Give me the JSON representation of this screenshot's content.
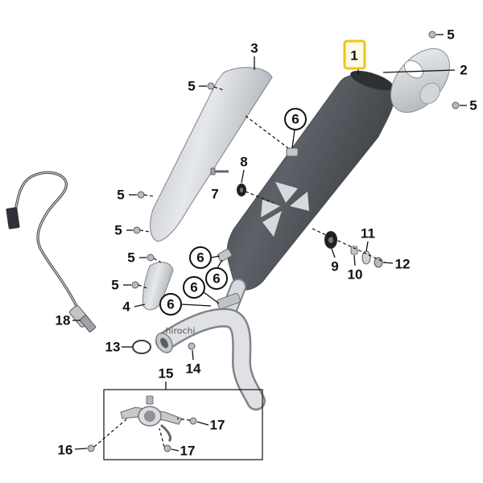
{
  "diagram": {
    "callouts": [
      "1",
      "2",
      "3",
      "5",
      "5",
      "5",
      "6",
      "8",
      "7",
      "5",
      "5",
      "5",
      "6",
      "6",
      "5",
      "6",
      "4",
      "6",
      "11",
      "9",
      "10",
      "12",
      "18",
      "13",
      "14",
      "15",
      "17",
      "16",
      "17"
    ],
    "watermark": "hirochi"
  },
  "colors": {
    "highlight": "#f0c419",
    "muffler": "#4a4e54",
    "part": "#c9ccd0",
    "line": "#111111"
  }
}
